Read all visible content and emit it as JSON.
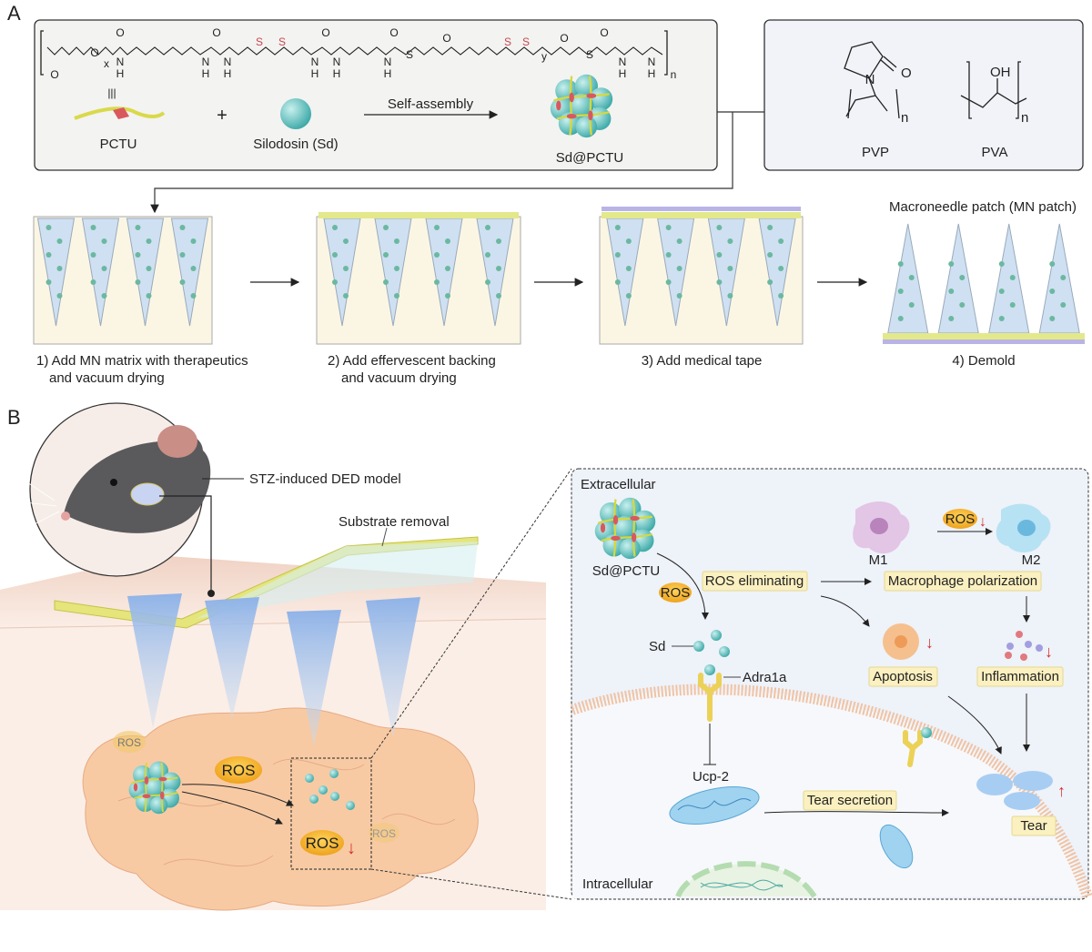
{
  "panel_a": {
    "letter": "A",
    "chem": {
      "atoms": [
        "O",
        "O",
        "x",
        "O",
        "N",
        "H",
        "N",
        "H",
        "O",
        "N",
        "H",
        "S",
        "S",
        "O",
        "N",
        "H",
        "N",
        "H",
        "O",
        "N",
        "H",
        "S",
        "O",
        "S",
        "S",
        "y",
        "O",
        "S",
        "O",
        "N",
        "H",
        "N",
        "H",
        "n"
      ]
    },
    "triple_bond": "|||",
    "pctu_label": "PCTU",
    "plus": "+",
    "silodosin_label": "Silodosin (Sd)",
    "self_assembly_label": "Self-assembly",
    "nanoparticle_label": "Sd@PCTU",
    "pvp_label": "PVP",
    "pva_label": "PVA",
    "pvp_atoms": {
      "n_atom": "N",
      "o_atom": "O",
      "sub": "n"
    },
    "pva_atoms": {
      "oh": "OH",
      "sub": "n"
    },
    "steps": [
      {
        "line1": "1) Add MN matrix with therapeutics",
        "line2": "and vacuum drying"
      },
      {
        "line1": "2) Add effervescent backing",
        "line2": "and vacuum drying"
      },
      {
        "line1": "3) Add medical tape",
        "line2": ""
      },
      {
        "line1": "4) Demold",
        "line2": ""
      }
    ],
    "patch_title": "Macroneedle patch (MN patch)"
  },
  "panel_b": {
    "letter": "B",
    "model_label": "STZ-induced DED model",
    "substrate_label": "Substrate removal",
    "ros": "ROS",
    "down_arrow": "↓",
    "up_arrow": "↑",
    "extracellular": "Extracellular",
    "intracellular": "Intracellular",
    "nanoparticle_label": "Sd@PCTU",
    "ros_eliminating": "ROS eliminating",
    "macrophage_polarization": "Macrophage polarization",
    "m1": "M1",
    "m2": "M2",
    "sd": "Sd",
    "adra1a": "Adra1a",
    "apoptosis": "Apoptosis",
    "inflammation": "Inflammation",
    "ucp2": "Ucp-2",
    "tear_secretion": "Tear secretion",
    "tear": "Tear"
  },
  "colors": {
    "frame_bg": "#f3f3f1",
    "mold": "#fbf6e4",
    "needle": "#cfe0f2",
    "backing": "#e3e88a",
    "tape": "#b9b4e6",
    "ros": "#f1b43a",
    "label_box": "#fbf0c0",
    "arrow_red": "#d32f2f",
    "cell_bg": "#eef2f9"
  }
}
